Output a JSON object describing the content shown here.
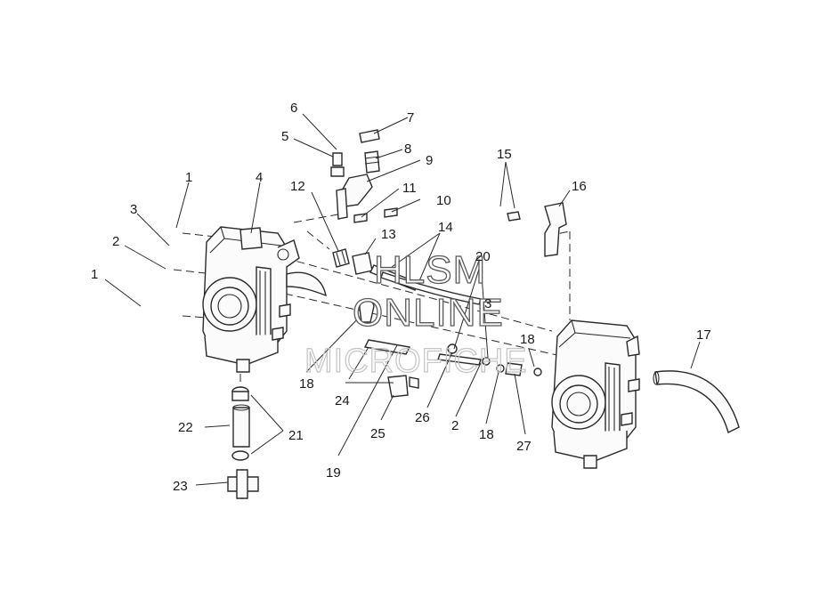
{
  "callouts": [
    {
      "id": "c1a",
      "text": "1"
    },
    {
      "id": "c1b",
      "text": "1"
    },
    {
      "id": "c2a",
      "text": "2"
    },
    {
      "id": "c2b",
      "text": "2"
    },
    {
      "id": "c3a",
      "text": "3"
    },
    {
      "id": "c3b",
      "text": "3"
    },
    {
      "id": "c4",
      "text": "4"
    },
    {
      "id": "c5",
      "text": "5"
    },
    {
      "id": "c6",
      "text": "6"
    },
    {
      "id": "c7",
      "text": "7"
    },
    {
      "id": "c8",
      "text": "8"
    },
    {
      "id": "c9",
      "text": "9"
    },
    {
      "id": "c10",
      "text": "10"
    },
    {
      "id": "c11",
      "text": "11"
    },
    {
      "id": "c12",
      "text": "12"
    },
    {
      "id": "c13",
      "text": "13"
    },
    {
      "id": "c14",
      "text": "14"
    },
    {
      "id": "c15",
      "text": "15"
    },
    {
      "id": "c16",
      "text": "16"
    },
    {
      "id": "c17",
      "text": "17"
    },
    {
      "id": "c18a",
      "text": "18"
    },
    {
      "id": "c18b",
      "text": "18"
    },
    {
      "id": "c18c",
      "text": "18"
    },
    {
      "id": "c19",
      "text": "19"
    },
    {
      "id": "c20",
      "text": "20"
    },
    {
      "id": "c21",
      "text": "21"
    },
    {
      "id": "c22",
      "text": "22"
    },
    {
      "id": "c23",
      "text": "23"
    },
    {
      "id": "c24",
      "text": "24"
    },
    {
      "id": "c25",
      "text": "25"
    },
    {
      "id": "c26",
      "text": "26"
    },
    {
      "id": "c27",
      "text": "27"
    }
  ],
  "watermark": {
    "line1": "HLSM",
    "line2": "ONLINE",
    "line3": "MICROFICHE"
  },
  "colors": {
    "background": "#ffffff",
    "ink": "#2a2a2a",
    "watermark_stroke": "#5a5a5a",
    "watermark_light": "#c4c4c4"
  }
}
